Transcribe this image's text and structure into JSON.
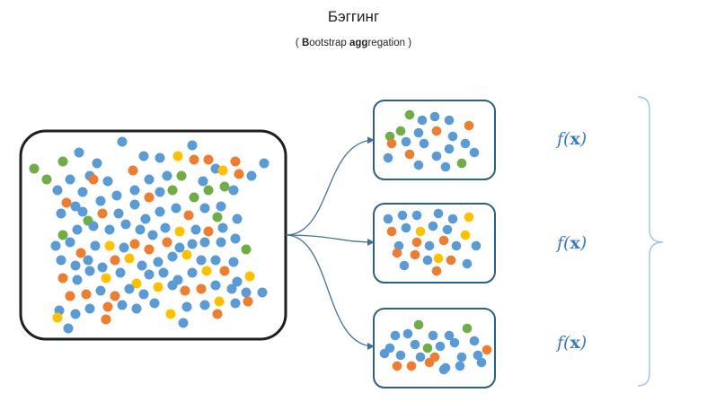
{
  "title": "Бэггинг",
  "subtitle": {
    "open": "( ",
    "b1": "B",
    "p1": "ootstrap ",
    "b2": "agg",
    "p2": "regation )"
  },
  "formula": {
    "f": "f",
    "open": "(",
    "x": "x",
    "close": ")"
  },
  "colors": {
    "blue": "#5b9bd5",
    "orange": "#ed7d31",
    "yellow": "#ffc000",
    "green": "#70ad47",
    "box_stroke": "#1f1f1f",
    "sample_stroke": "#2f5f7f",
    "arrow": "#41719c",
    "brace": "#9dc3e6"
  },
  "icons": [
    "dataset-box",
    "bootstrap-sample-box",
    "curved-arrow",
    "curly-brace"
  ]
}
